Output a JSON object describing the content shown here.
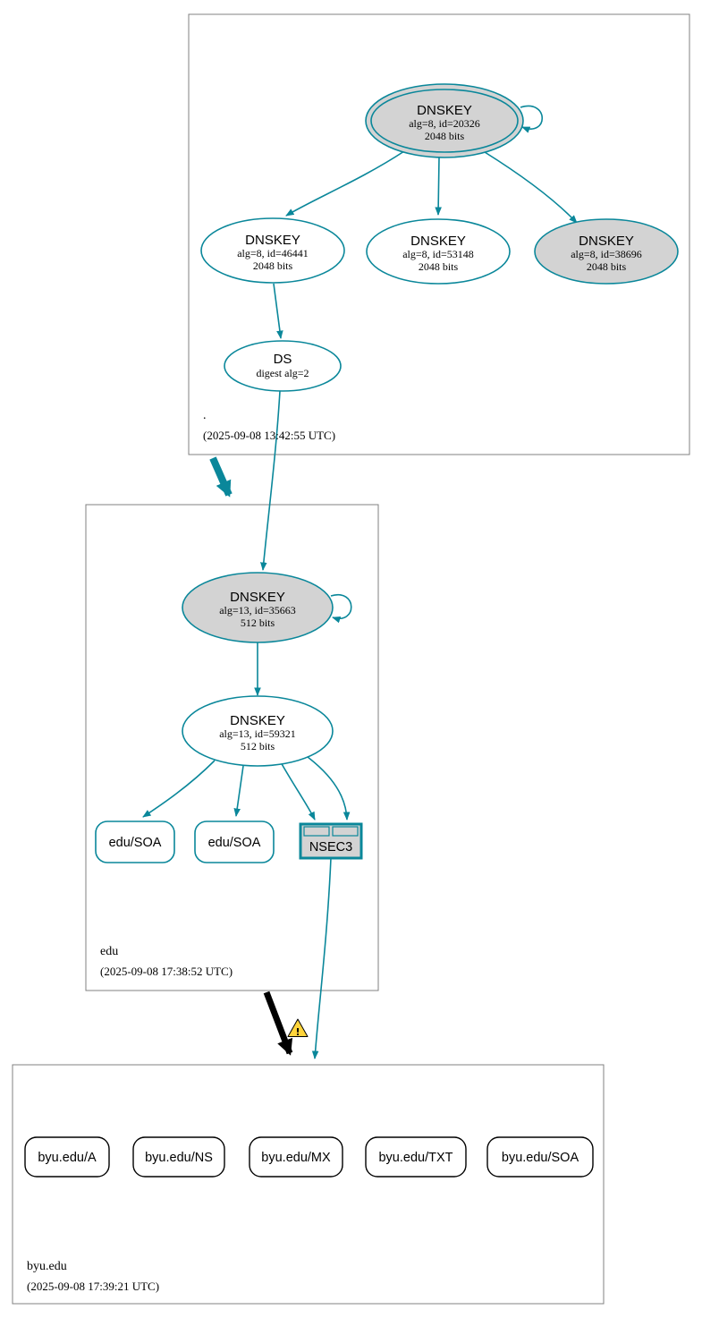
{
  "zones": {
    "root": {
      "name": ".",
      "timestamp": "(2025-09-08 13:42:55 UTC)",
      "ksk": {
        "title": "DNSKEY",
        "line2": "alg=8, id=20326",
        "line3": "2048 bits"
      },
      "zsk1": {
        "title": "DNSKEY",
        "line2": "alg=8, id=46441",
        "line3": "2048 bits"
      },
      "zsk2": {
        "title": "DNSKEY",
        "line2": "alg=8, id=53148",
        "line3": "2048 bits"
      },
      "zsk3": {
        "title": "DNSKEY",
        "line2": "alg=8, id=38696",
        "line3": "2048 bits"
      },
      "ds": {
        "title": "DS",
        "line2": "digest alg=2"
      }
    },
    "edu": {
      "name": "edu",
      "timestamp": "(2025-09-08 17:38:52 UTC)",
      "ksk": {
        "title": "DNSKEY",
        "line2": "alg=13, id=35663",
        "line3": "512 bits"
      },
      "zsk": {
        "title": "DNSKEY",
        "line2": "alg=13, id=59321",
        "line3": "512 bits"
      },
      "soa1": "edu/SOA",
      "soa2": "edu/SOA",
      "nsec3": "NSEC3"
    },
    "byu": {
      "name": "byu.edu",
      "timestamp": "(2025-09-08 17:39:21 UTC)",
      "rrsets": [
        "byu.edu/A",
        "byu.edu/NS",
        "byu.edu/MX",
        "byu.edu/TXT",
        "byu.edu/SOA"
      ]
    }
  },
  "icons": {
    "warning_glyph": "!"
  },
  "colors": {
    "secure": "#0a879a",
    "insecure": "#000000",
    "node_fill": "#d3d3d3",
    "warning": "#ffd43b",
    "box_border": "#808080"
  }
}
